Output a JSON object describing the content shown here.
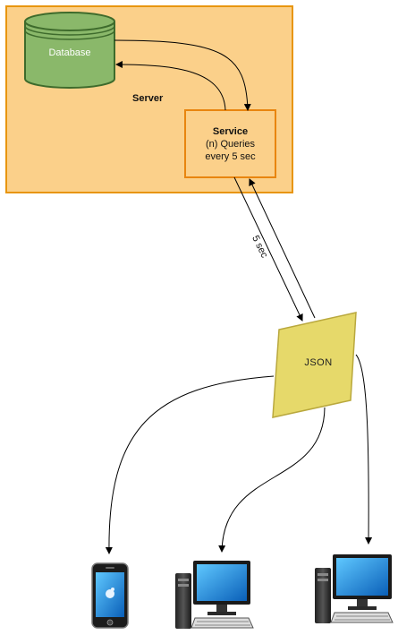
{
  "server": {
    "label": "Server"
  },
  "database": {
    "label": "Database"
  },
  "service": {
    "title": "Service",
    "line1": "(n) Queries",
    "line2": "every 5 sec"
  },
  "json": {
    "label": "JSON"
  },
  "interval": {
    "label": "5 sec"
  },
  "devices": [
    {
      "icon": "smartphone-icon"
    },
    {
      "icon": "desktop-computer-icon"
    },
    {
      "icon": "desktop-computer-icon"
    }
  ],
  "colors": {
    "server_fill": "#fbd08a",
    "server_border": "#e8950f",
    "database_fill": "#8ab86a",
    "json_fill": "#e6d96a"
  }
}
